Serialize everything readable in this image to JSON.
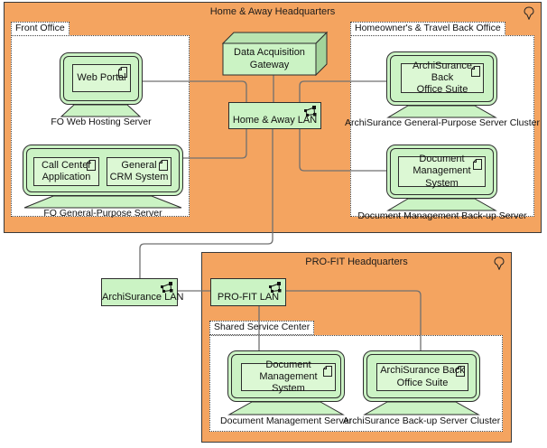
{
  "diagram": {
    "ha_hq": {
      "title": "Home & Away Headquarters",
      "gateway_label": "Data Acquisition\nGateway",
      "lan_label": "Home & Away LAN",
      "front_office": {
        "label": "Front Office",
        "web_portal_app": "Web Portal",
        "web_server_label": "FO Web Hosting Server",
        "call_center_app": "Call Center\nApplication",
        "crm_app": "General\nCRM System",
        "gp_server_label": "FO General-Purpose Server"
      },
      "back_office": {
        "label": "Homeowner's & Travel Back Office",
        "suite_app": "ArchiSurance Back\nOffice Suite",
        "cluster_label": "ArchiSurance General-Purpose Server Cluster",
        "dms_app": "Document\nManagement System",
        "backup_server_label": "Document Management Back-up Server"
      }
    },
    "archisurance_lan_label": "ArchiSurance LAN",
    "profit_hq": {
      "title": "PRO-FIT Headquarters",
      "lan_label": "PRO-FIT LAN",
      "shared_service": {
        "label": "Shared Service Center",
        "dms_app": "Document\nManagement System",
        "dm_server_label": "Document Management Server",
        "suite_app": "ArchiSurance Back\nOffice Suite",
        "backup_cluster_label": "ArchiSurance Back-up Server Cluster"
      }
    },
    "colors": {
      "container_orange": "#f4a460",
      "node_green": "#cbf3c4",
      "app_green": "#dcf8d4",
      "gateway_top_green": "#b9e4b1",
      "gateway_side_green": "#a3d39b",
      "connector_gray": "#707070"
    }
  }
}
